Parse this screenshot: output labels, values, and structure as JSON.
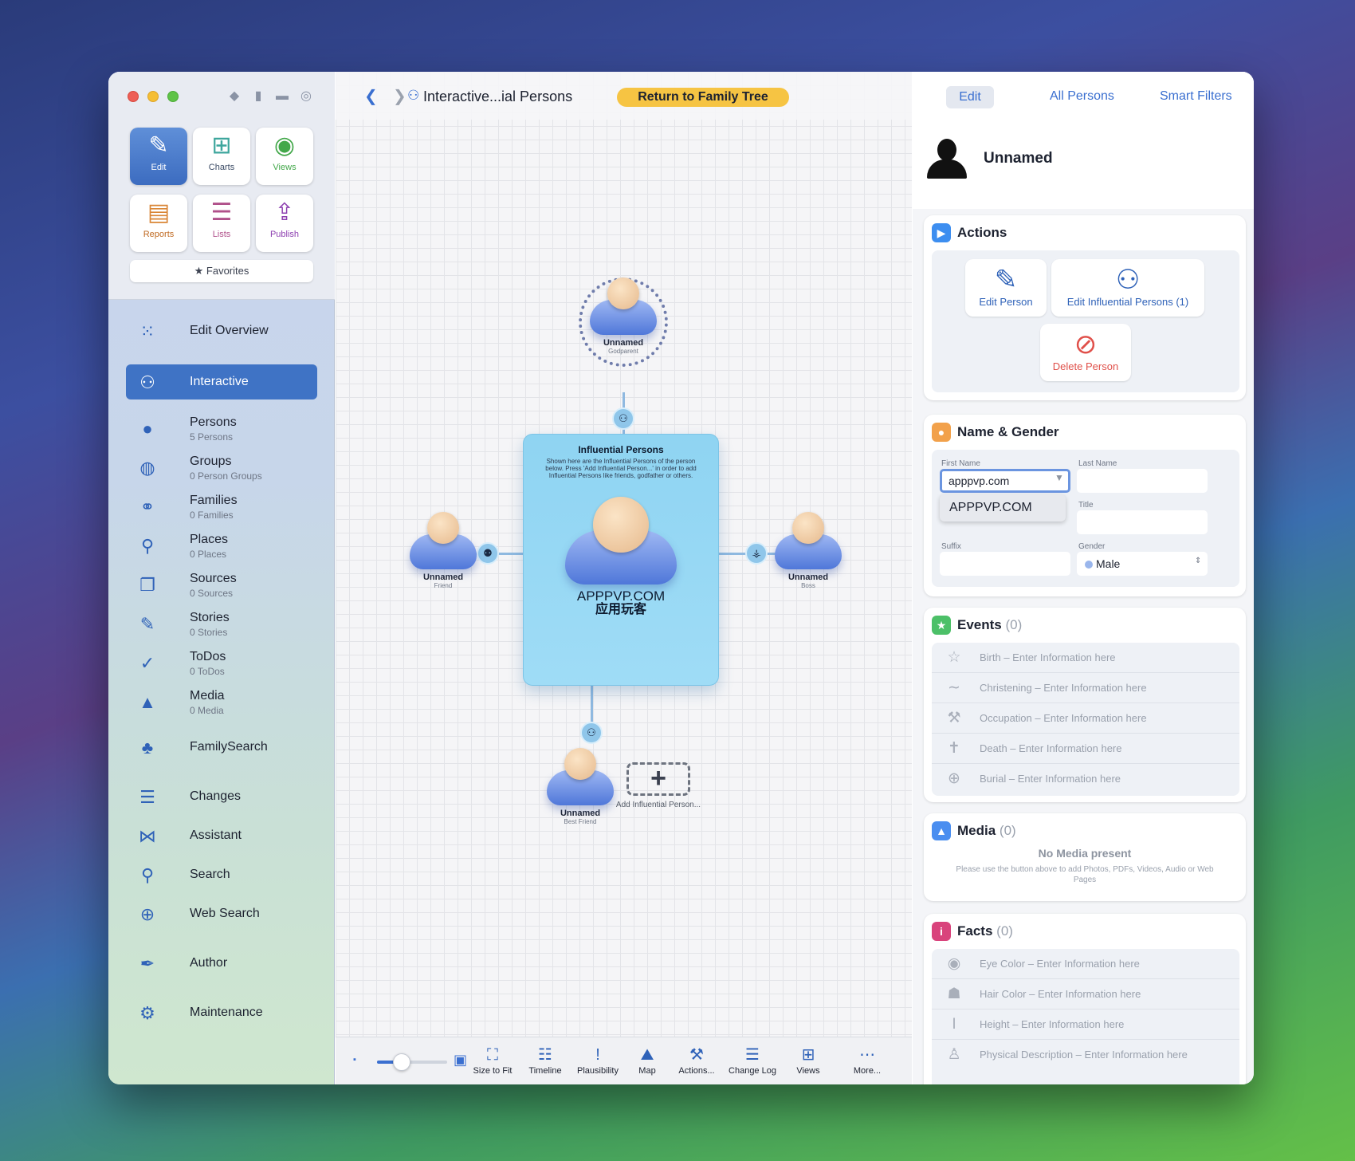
{
  "sidebar": {
    "tiles": [
      {
        "label": "Edit",
        "icon": "pencil-icon"
      },
      {
        "label": "Charts",
        "icon": "charts-icon"
      },
      {
        "label": "Views",
        "icon": "eye-icon"
      },
      {
        "label": "Reports",
        "icon": "reports-icon"
      },
      {
        "label": "Lists",
        "icon": "lists-icon"
      },
      {
        "label": "Publish",
        "icon": "publish-icon"
      }
    ],
    "favorites_label": "Favorites",
    "nav": [
      {
        "label": "Edit Overview",
        "sub": ""
      },
      {
        "label": "Interactive",
        "sub": ""
      },
      {
        "label": "Persons",
        "sub": "5 Persons"
      },
      {
        "label": "Groups",
        "sub": "0 Person Groups"
      },
      {
        "label": "Families",
        "sub": "0 Families"
      },
      {
        "label": "Places",
        "sub": "0 Places"
      },
      {
        "label": "Sources",
        "sub": "0 Sources"
      },
      {
        "label": "Stories",
        "sub": "0 Stories"
      },
      {
        "label": "ToDos",
        "sub": "0 ToDos"
      },
      {
        "label": "Media",
        "sub": "0 Media"
      },
      {
        "label": "FamilySearch",
        "sub": ""
      },
      {
        "label": "Changes",
        "sub": ""
      },
      {
        "label": "Assistant",
        "sub": ""
      },
      {
        "label": "Search",
        "sub": ""
      },
      {
        "label": "Web Search",
        "sub": ""
      },
      {
        "label": "Author",
        "sub": ""
      },
      {
        "label": "Maintenance",
        "sub": ""
      }
    ]
  },
  "center": {
    "breadcrumb": "Interactive...ial Persons",
    "return_button": "Return to Family Tree",
    "help": "?",
    "card": {
      "title": "Influential Persons",
      "description": "Shown here are the Influential Persons of the person below. Press 'Add Influential Person...' in order to add Influential Persons like friends, godfather or others.",
      "name_line1": "APPPVP.COM",
      "name_line2": "应用玩客"
    },
    "nodes": [
      {
        "name": "Unnamed",
        "role": "Godparent"
      },
      {
        "name": "Unnamed",
        "role": "Friend"
      },
      {
        "name": "Unnamed",
        "role": "Boss"
      },
      {
        "name": "Unnamed",
        "role": "Best Friend"
      }
    ],
    "add_label": "Add Influential Person...",
    "zoom_level": 0.35,
    "bottom_bar": [
      "Size to Fit",
      "Timeline",
      "Plausibility",
      "Map",
      "Actions...",
      "Change Log",
      "Views",
      "More..."
    ]
  },
  "right": {
    "tabs": [
      "Edit",
      "All Persons",
      "Smart Filters"
    ],
    "person_name": "Unnamed",
    "actions": {
      "title": "Actions",
      "edit_person": "Edit Person",
      "edit_influential": "Edit Influential Persons (1)",
      "delete_person": "Delete Person"
    },
    "name_gender": {
      "title": "Name & Gender",
      "first_name_label": "First Name",
      "first_name_value": "apppvp.com",
      "suggestion": "APPPVP.COM",
      "last_name_label": "Last Name",
      "title_label": "Title",
      "suffix_label": "Suffix",
      "gender_label": "Gender",
      "gender_value": "Male"
    },
    "events": {
      "title": "Events",
      "count": "(0)",
      "rows": [
        "Birth – Enter Information here",
        "Christening – Enter Information here",
        "Occupation – Enter Information here",
        "Death – Enter Information here",
        "Burial – Enter Information here"
      ]
    },
    "media": {
      "title": "Media",
      "count": "(0)",
      "empty_title": "No Media present",
      "empty_sub": "Please use the button above to add Photos, PDFs, Videos, Audio or Web Pages"
    },
    "facts": {
      "title": "Facts",
      "count": "(0)",
      "rows": [
        "Eye Color – Enter Information here",
        "Hair Color – Enter Information here",
        "Height – Enter Information here",
        "Physical Description – Enter Information here"
      ]
    }
  },
  "colors": {
    "accent": "#3a6fd0",
    "return_button": "#f6c443",
    "card": "#8fd4f2",
    "delete": "#e0504a"
  }
}
